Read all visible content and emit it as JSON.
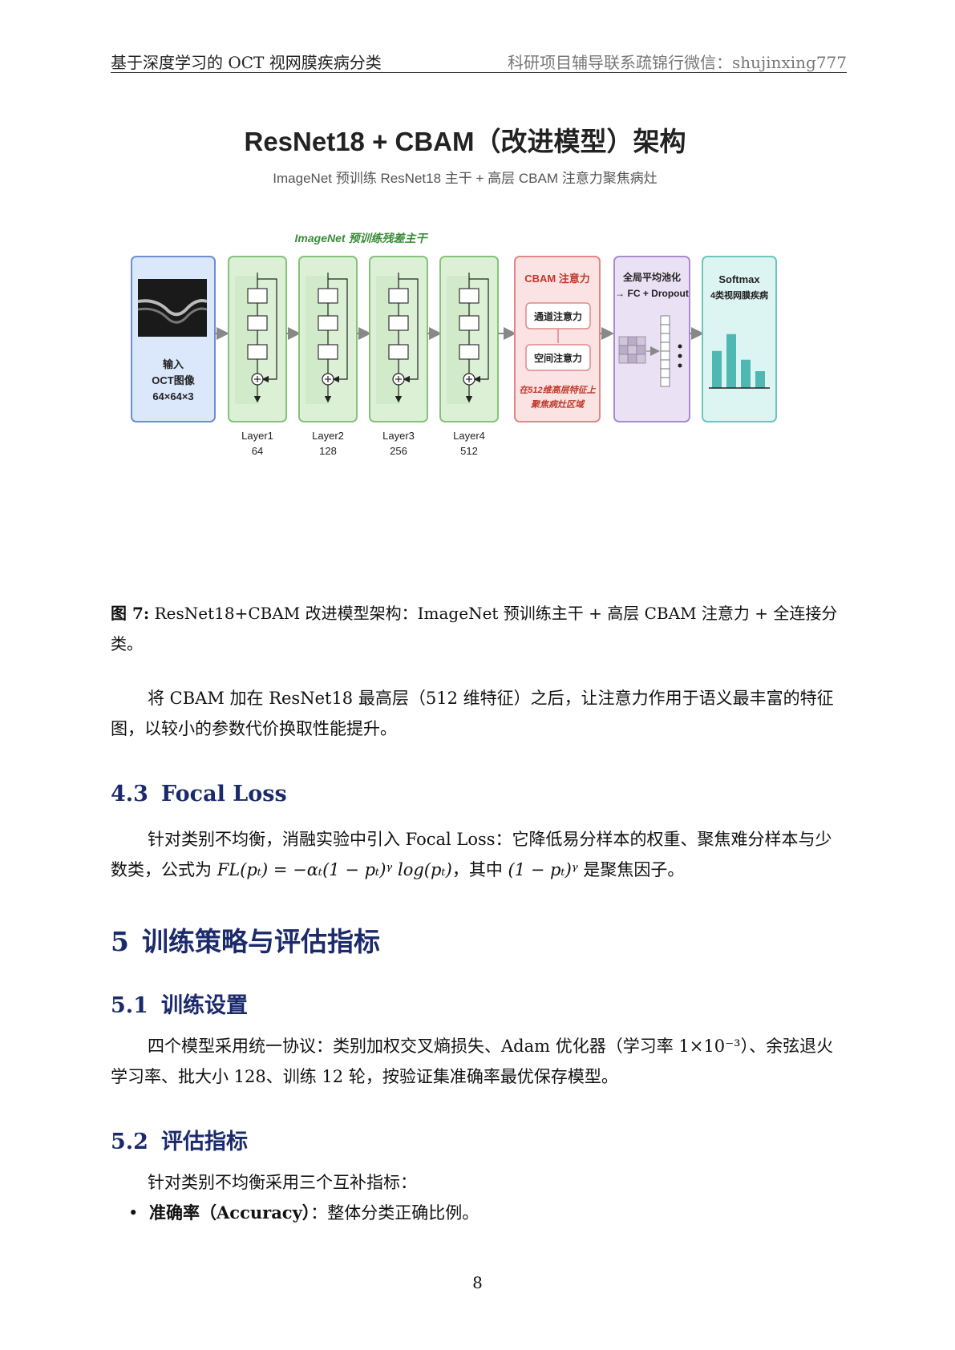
{
  "header": {
    "left": "基于深度学习的 OCT 视网膜疾病分类",
    "right": "科研项目辅导联系疏锦行微信：shujinxing777"
  },
  "figure": {
    "title": "ResNet18 + CBAM（改进模型）架构",
    "subtitle": "ImageNet 预训练 ResNet18 主干 + 高层 CBAM 注意力聚焦病灶",
    "backbone_label": "ImageNet 预训练残差主干",
    "input": {
      "line1": "输入",
      "line2": "OCT图像",
      "line3": "64×64×3"
    },
    "layers": [
      {
        "name": "Layer1",
        "ch": "64"
      },
      {
        "name": "Layer2",
        "ch": "128"
      },
      {
        "name": "Layer3",
        "ch": "256"
      },
      {
        "name": "Layer4",
        "ch": "512"
      }
    ],
    "cbam": {
      "title": "CBAM 注意力",
      "channel": "通道注意力",
      "spatial": "空间注意力",
      "note1": "在512维高层特征上",
      "note2": "聚焦病灶区域"
    },
    "pool": {
      "line1": "全局平均池化",
      "line2": "→ FC + Dropout"
    },
    "softmax": {
      "line1": "Softmax",
      "line2": "4类视网膜疾病",
      "bars": [
        0.55,
        0.8,
        0.42,
        0.25
      ]
    },
    "colors": {
      "input_fill": "#dbe7fb",
      "input_stroke": "#6b8fd1",
      "layer_fill": "#dcf0d6",
      "layer_stroke": "#86c27a",
      "cbam_fill": "#fbe3e3",
      "cbam_stroke": "#e08888",
      "cbam_text": "#c0392b",
      "pool_fill": "#ebe1f5",
      "pool_stroke": "#a98bd0",
      "soft_fill": "#dcf4f2",
      "soft_stroke": "#6fc4bd",
      "bar": "#4fb8b3",
      "backbone": "#3a8c3a"
    }
  },
  "caption": {
    "label": "图 7:",
    "text": "ResNet18+CBAM 改进模型架构：ImageNet 预训练主干 + 高层 CBAM 注意力 + 全连接分类。"
  },
  "para1": "将 CBAM 加在 ResNet18 最高层（512 维特征）之后，让注意力作用于语义最丰富的特征图，以较小的参数代价换取性能提升。",
  "sec43": {
    "num": "4.3",
    "title": "Focal Loss"
  },
  "para2_a": "针对类别不均衡，消融实验中引入 Focal Loss：它降低易分样本的权重、聚焦难分样本与少数类，公式为 ",
  "para2_formula": "FL(pₜ) = −αₜ(1 − pₜ)ᵞ log(pₜ)",
  "para2_b": "，其中 ",
  "para2_factor": "(1 − pₜ)ᵞ",
  "para2_c": " 是聚焦因子。",
  "sec5": {
    "num": "5",
    "title": "训练策略与评估指标"
  },
  "sec51": {
    "num": "5.1",
    "title": "训练设置"
  },
  "para3": "四个模型采用统一协议：类别加权交叉熵损失、Adam 优化器（学习率 1×10⁻³）、余弦退火学习率、批大小 128、训练 12 轮，按验证集准确率最优保存模型。",
  "sec52": {
    "num": "5.2",
    "title": "评估指标"
  },
  "para4": "针对类别不均衡采用三个互补指标：",
  "bullet1": {
    "bold": "准确率（Accuracy）",
    "text": "：整体分类正确比例。"
  },
  "page_number": "8"
}
